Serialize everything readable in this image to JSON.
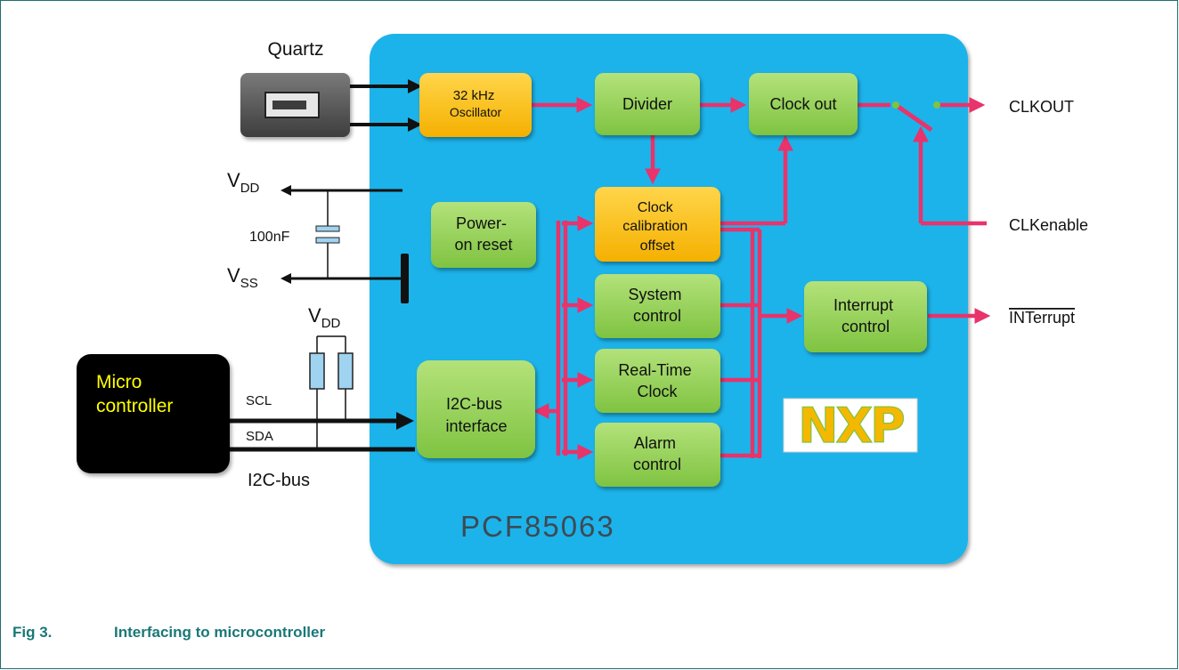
{
  "diagram": {
    "chip_name": "PCF85063",
    "quartz_label": "Quartz",
    "blocks": {
      "oscillator": [
        "32 kHz",
        "Oscillator"
      ],
      "divider": [
        "Divider"
      ],
      "clock_out": [
        "Clock out"
      ],
      "power_on_reset": [
        "Power-",
        "on reset"
      ],
      "clock_calibration": [
        "Clock",
        "calibration",
        "offset"
      ],
      "system_control": [
        "System",
        "control"
      ],
      "real_time_clock": [
        "Real-Time",
        "Clock"
      ],
      "alarm_control": [
        "Alarm",
        "control"
      ],
      "interrupt_control": [
        "Interrupt",
        "control"
      ],
      "i2c_interface": [
        "I2C-bus",
        "interface"
      ]
    },
    "microcontroller": [
      "Micro",
      "controller"
    ],
    "signals": {
      "clkout": "CLKOUT",
      "clkenable": "CLKenable",
      "interrupt": "INTerrupt"
    },
    "bus": {
      "scl": "SCL",
      "sda": "SDA",
      "name": "I2C-bus"
    },
    "power": {
      "vdd_main": "V",
      "vdd_sub": "DD",
      "vss_main": "V",
      "vss_sub": "SS",
      "capacitor": "100nF",
      "pullup_vdd_main": "V",
      "pullup_vdd_sub": "DD"
    },
    "logo_text": "NXP"
  },
  "caption": {
    "number": "Fig 3.",
    "title": "Interfacing to microcontroller"
  },
  "colors": {
    "chip": "#1bb3ea",
    "green_block": "#8fd14f",
    "orange_block": "#ffc000",
    "signal": "#e8336b",
    "caption": "#1a7878"
  }
}
